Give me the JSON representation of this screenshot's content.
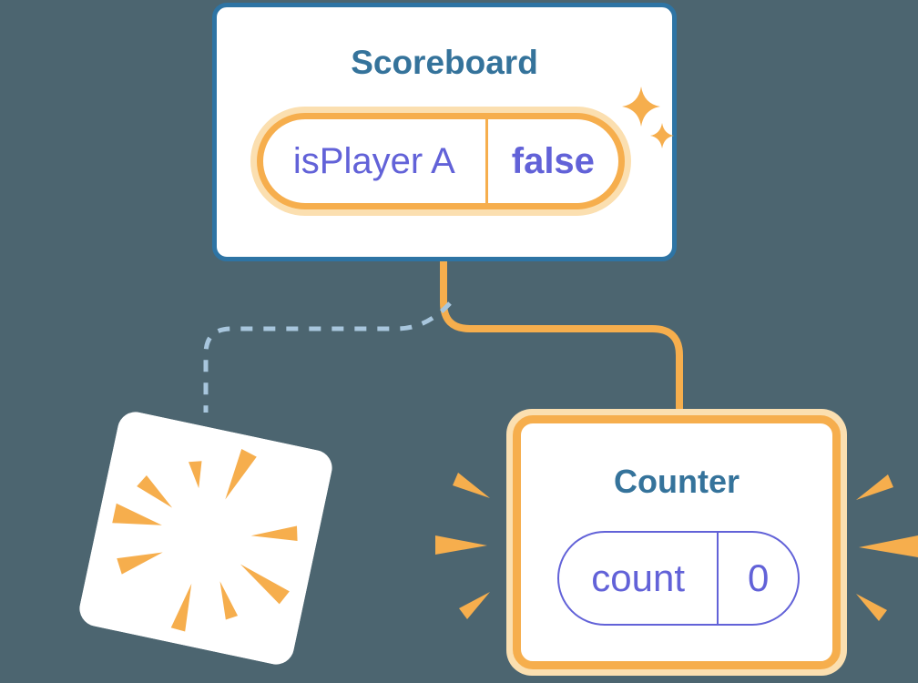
{
  "colors": {
    "background": "#4C6570",
    "card_border": "#2E74A4",
    "heading": "#35739B",
    "state_purple": "#6262D8",
    "orange": "#F6AE4D",
    "orange_pale": "#FBDFB0",
    "dashed_line": "#A8C6DD",
    "card_fill": "#FFFFFF"
  },
  "scoreboard": {
    "title": "Scoreboard",
    "state": {
      "name": "isPlayer A",
      "value": "false"
    }
  },
  "counter": {
    "title": "Counter",
    "state": {
      "name": "count",
      "value": "0"
    }
  },
  "icons": {
    "sparkle": "sparkle-icon",
    "burst": "burst-icon",
    "spark_rays": "spark-rays-icon"
  },
  "connectors": {
    "kept_branch_style": "solid-orange",
    "removed_branch_style": "dashed-blue"
  }
}
